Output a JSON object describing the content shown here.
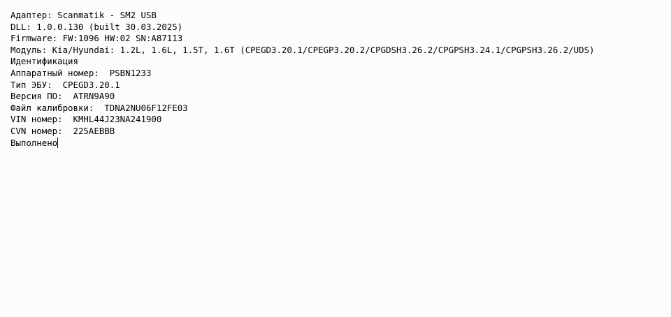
{
  "log": {
    "lines": [
      "Адаптер: Scanmatik - SM2 USB",
      "DLL: 1.0.0.130 (built 30.03.2025)",
      "Firmware: FW:1096 HW:02 SN:A87113",
      "Модуль: Kia/Hyundai: 1.2L, 1.6L, 1.5T, 1.6T (CPEGD3.20.1/CPEGP3.20.2/CPGDSH3.26.2/CPGPSH3.24.1/CPGPSH3.26.2/UDS)",
      "Идентификация",
      "Аппаратный номер:  PSBN1233",
      "Тип ЭБУ:  CPEGD3.20.1",
      "Версия ПО:  ATRN9A90",
      "Файл калибровки:  TDNA2NU06F12FE03",
      "VIN номер:  KMHL44J23NA241900",
      "CVN номер:  225AEBBB",
      "Выполнено"
    ]
  }
}
